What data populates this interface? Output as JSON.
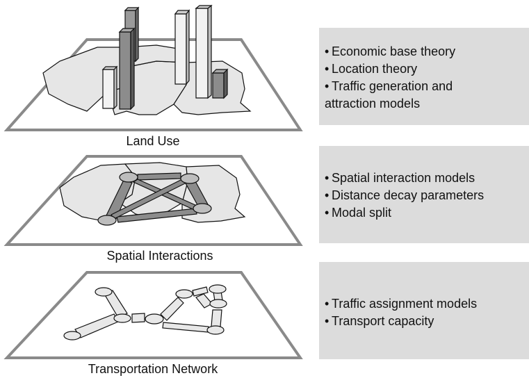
{
  "layers": [
    {
      "caption": "Land Use",
      "bullets": [
        "Economic base theory",
        "Location theory",
        "Traffic generation and attraction models"
      ]
    },
    {
      "caption": "Spatial Interactions",
      "bullets": [
        "Spatial interaction models",
        "Distance decay parameters",
        "Modal split"
      ]
    },
    {
      "caption": "Transportation Network",
      "bullets": [
        "Traffic assignment models",
        "Transport capacity"
      ]
    }
  ],
  "colors": {
    "plane_outline": "#8a8a8a",
    "region_fill": "#e6e6e6",
    "dark_fill": "#8c8c8c",
    "panel_fill": "#dcdcdc",
    "light_fill": "#e8e8e8"
  }
}
